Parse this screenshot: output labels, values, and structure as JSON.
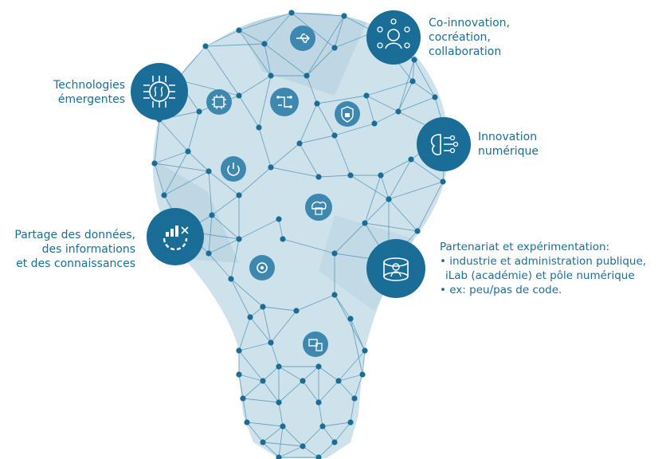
{
  "colors": {
    "accent": "#1a6d97",
    "bulb_fill": "#c6dde8",
    "bulb_fill_dark": "#a9c9d9",
    "mesh_line": "#4d8fb3",
    "node": "#1a6d97",
    "text": "#1b6d95"
  },
  "features": [
    {
      "id": "emerging-tech",
      "icon": "circuit-brain-icon",
      "lines": [
        "Technologies",
        "émergentes"
      ]
    },
    {
      "id": "co-innovation",
      "icon": "collaboration-network-icon",
      "lines": [
        "Co-innovation,",
        "cocréation,",
        "collaboration"
      ]
    },
    {
      "id": "digital-innovation",
      "icon": "digital-brain-icon",
      "lines": [
        "Innovation",
        "numérique"
      ]
    },
    {
      "id": "data-sharing",
      "icon": "data-gear-icon",
      "lines": [
        "Partage des données,",
        "des informations",
        "et des connaissances"
      ]
    },
    {
      "id": "partnership",
      "icon": "people-circle-icon",
      "title": "Partenariat et expérimentation:",
      "bullets": [
        "• industrie et administration publique,",
        "  iLab (académie) et pôle numérique",
        "• ex: peu/pas de code."
      ]
    }
  ],
  "small_icons": [
    "usb-icon",
    "chip-icon",
    "circuit-icon",
    "lock-shield-icon",
    "power-icon",
    "cloud-server-icon",
    "settings-icon",
    "devices-icon"
  ]
}
